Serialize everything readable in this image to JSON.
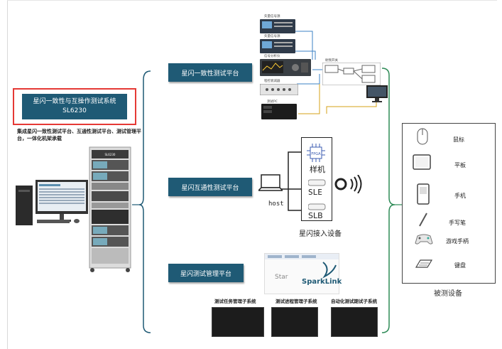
{
  "main_system": {
    "title": "星闪一致性与互操作测试系统",
    "model": "SL6230"
  },
  "description": "集成星闪一致性测试平台、互通性测试平台、测试管理平台，一体化机架承载",
  "rack_label": "SL6230",
  "platforms": {
    "conformance": "星闪一致性测试平台",
    "interop": "星闪互通性测试平台",
    "management": "星闪测试管理平台"
  },
  "instruments": [
    "矢量信号源",
    "矢量信号源",
    "信号分析仪",
    "程控衰减器",
    "测试PC",
    "射频开关"
  ],
  "access": {
    "host": "host",
    "devices": [
      "样机",
      "SLE",
      "SLB"
    ],
    "fpga": "FPGA",
    "caption": "星闪接入设备"
  },
  "sparklink": {
    "left": "Star",
    "right": "SparkLink"
  },
  "subsystems": [
    "测试任务管理子系统",
    "测试进程管理子系统",
    "自动化测试期试子系统"
  ],
  "dut": {
    "items": [
      "鼠标",
      "平板",
      "手机",
      "手写笔",
      "游戏手柄",
      "键盘"
    ],
    "caption": "被测设备"
  },
  "colors": {
    "platform_bg": "#1f5a75",
    "bracket": "#1f5a75",
    "green_bracket": "#2e8b57",
    "highlight": "#e53935"
  }
}
